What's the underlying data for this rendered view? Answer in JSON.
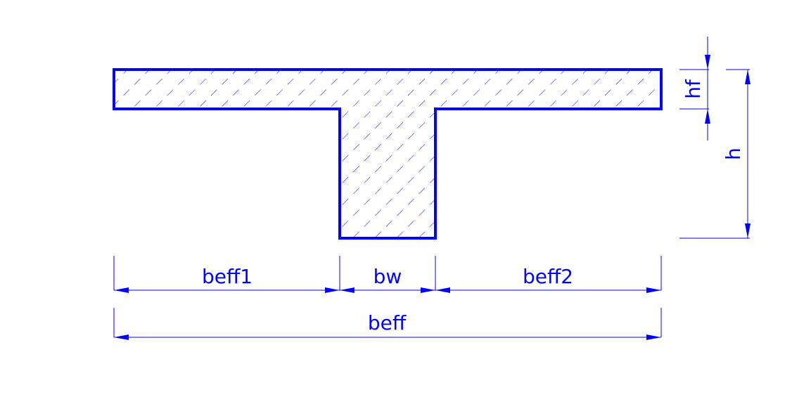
{
  "colors": {
    "line": "#0000ff",
    "background": "#ffffff"
  },
  "labels": {
    "hf": "hf",
    "h": "h",
    "beff1": "beff1",
    "bw": "bw",
    "beff2": "beff2",
    "beff": "beff"
  }
}
